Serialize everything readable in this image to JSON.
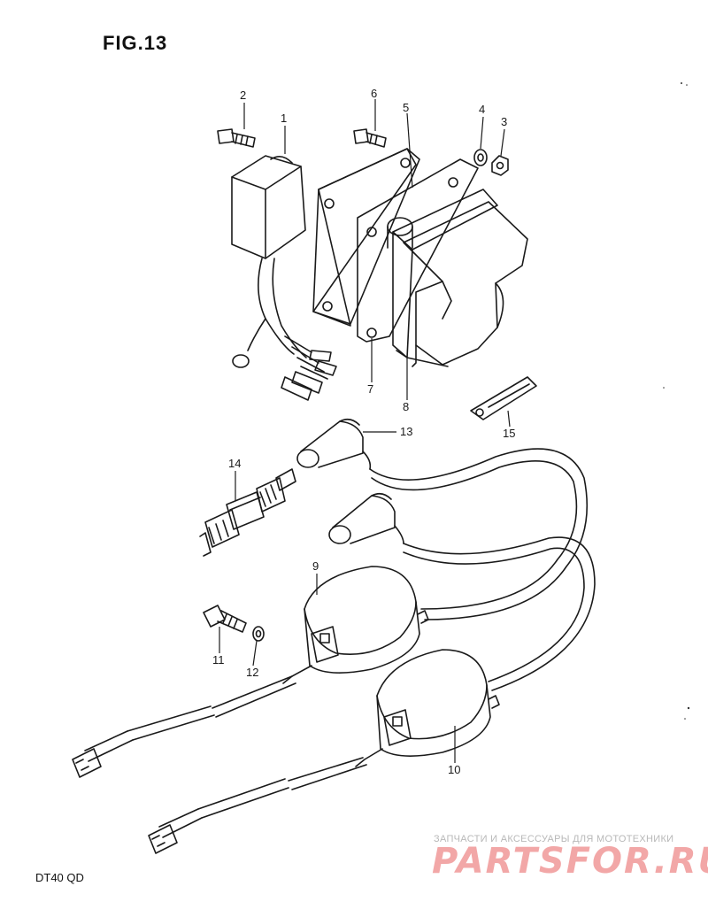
{
  "figure": {
    "title": "FIG.13",
    "model": "DT40 QD"
  },
  "watermark": {
    "tagline": "ЗАПЧАСТИ И АКСЕССУАРЫ ДЛЯ МОТОТЕХНИКИ",
    "logo": "PARTSFOR.RU"
  },
  "callouts": [
    {
      "id": "1",
      "label": "1"
    },
    {
      "id": "2",
      "label": "2"
    },
    {
      "id": "3",
      "label": "3"
    },
    {
      "id": "4",
      "label": "4"
    },
    {
      "id": "5",
      "label": "5"
    },
    {
      "id": "6",
      "label": "6"
    },
    {
      "id": "7",
      "label": "7"
    },
    {
      "id": "8",
      "label": "8"
    },
    {
      "id": "9",
      "label": "9"
    },
    {
      "id": "10",
      "label": "10"
    },
    {
      "id": "11",
      "label": "11"
    },
    {
      "id": "12",
      "label": "12"
    },
    {
      "id": "13",
      "label": "13"
    },
    {
      "id": "14",
      "label": "14"
    },
    {
      "id": "15",
      "label": "15"
    }
  ],
  "colors": {
    "line": "#1a1a1a",
    "paper": "#ffffff",
    "watermark_logo": "#f2a7a7",
    "watermark_text": "#b8b8b8"
  }
}
